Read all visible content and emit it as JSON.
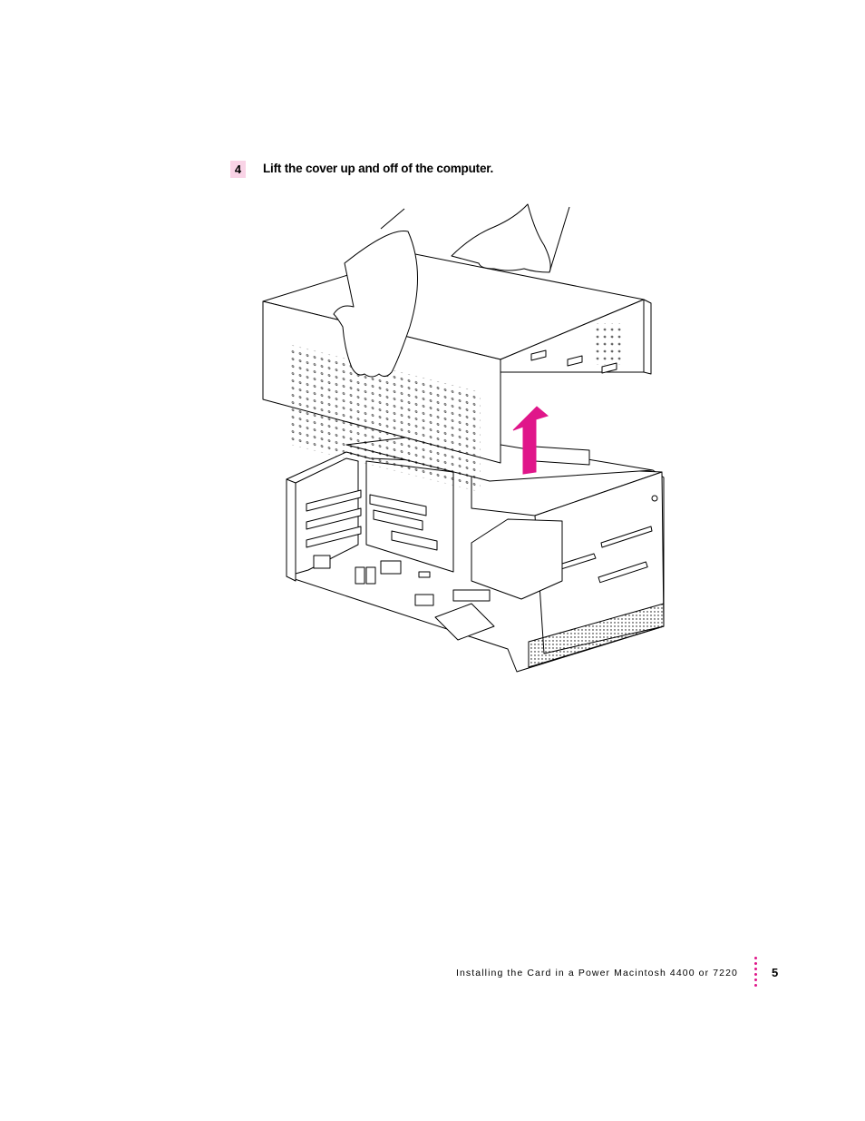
{
  "step": {
    "number": "4",
    "instruction": "Lift the cover up and off of the computer."
  },
  "illustration": {
    "subject": "hands-lifting-computer-cover",
    "arrow_color": "#e0168a"
  },
  "footer": {
    "running_title": "Installing the Card in a Power Macintosh 4400 or 7220",
    "page_number": "5"
  },
  "colors": {
    "accent": "#e0168a",
    "badge_background": "#f9d3e6"
  }
}
